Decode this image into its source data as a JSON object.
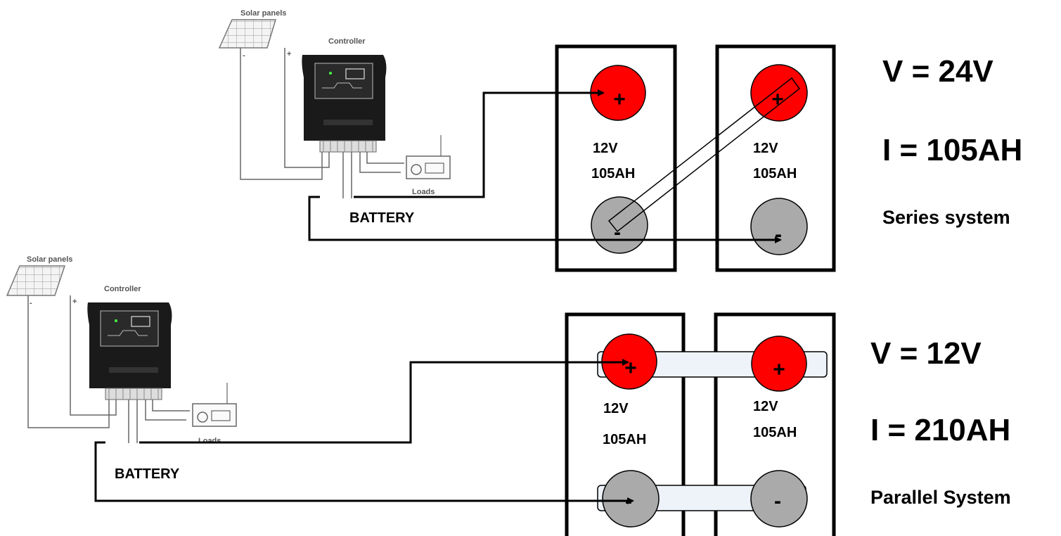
{
  "series": {
    "solar_label": "Solar panels",
    "controller_label": "Controller",
    "loads_label": "Loads",
    "battery_label": "BATTERY",
    "cell1": {
      "voltage": "12V",
      "capacity": "105AH",
      "pos": "+",
      "neg": "-"
    },
    "cell2": {
      "voltage": "12V",
      "capacity": "105AH",
      "pos": "+",
      "neg": "-"
    },
    "voltage": "V = 24V",
    "current": "I = 105AH",
    "system_label": "Series system"
  },
  "parallel": {
    "solar_label": "Solar panels",
    "controller_label": "Controller",
    "loads_label": "Loads",
    "battery_label": "BATTERY",
    "cell1": {
      "voltage": "12V",
      "capacity": "105AH",
      "pos": "+",
      "neg": "-"
    },
    "cell2": {
      "voltage": "12V",
      "capacity": "105AH",
      "pos": "+",
      "neg": "-"
    },
    "voltage": "V = 12V",
    "current": "I = 210AH",
    "system_label": "Parallel System"
  },
  "colors": {
    "positive_terminal": "#ff0000",
    "negative_terminal": "#aaaaaa",
    "bridge_fill": "#eef3fa",
    "controller_body": "#1a1a1a"
  }
}
